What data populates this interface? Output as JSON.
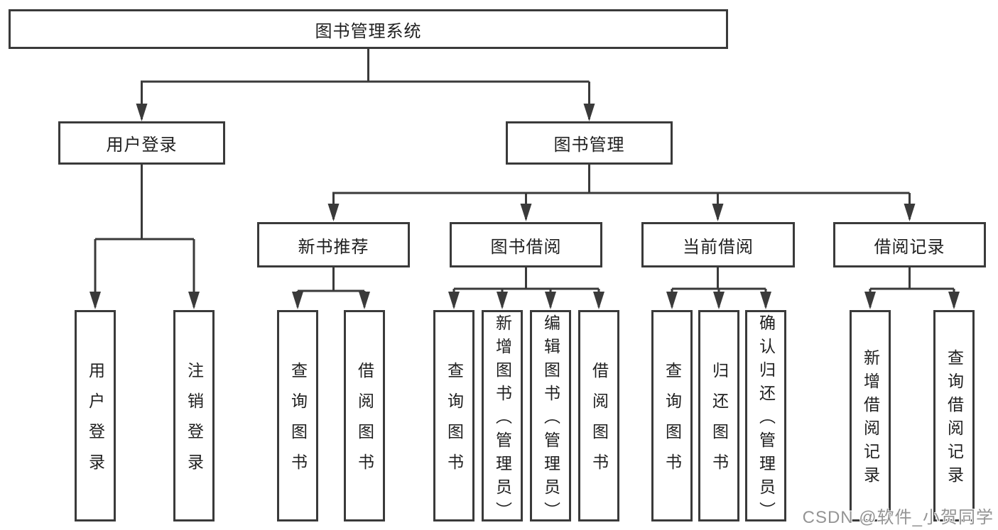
{
  "colors": {
    "line": "#3a3a3a",
    "text": "#1f1f1f",
    "background": "#ffffff",
    "watermark": "#949494"
  },
  "root": {
    "label": "图书管理系统"
  },
  "branches": {
    "user_login": {
      "label": "用户登录",
      "children": [
        "用户登录",
        "注销登录"
      ]
    },
    "book_management": {
      "label": "图书管理"
    }
  },
  "modules": [
    {
      "label": "新书推荐",
      "children": [
        "查询图书",
        "借阅图书"
      ]
    },
    {
      "label": "图书借阅",
      "children": [
        "查询图书",
        "新增图书（管理员）",
        "编辑图书（管理员）",
        "借阅图书"
      ]
    },
    {
      "label": "当前借阅",
      "children": [
        "查询图书",
        "归还图书",
        "确认归还（管理员）"
      ]
    },
    {
      "label": "借阅记录",
      "children": [
        "新增借阅记录",
        "查询借阅记录"
      ]
    }
  ],
  "watermark": {
    "text": "CSDN @软件_小贺同学"
  }
}
